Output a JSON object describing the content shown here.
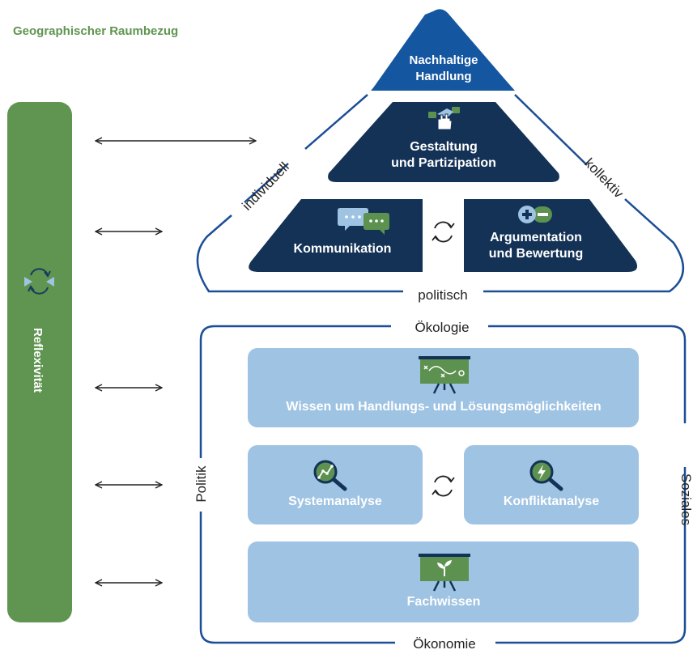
{
  "title": "Geographischer Raumbezug",
  "reflexivity": {
    "label": "Reflexivität",
    "icon": "cycle-arrows-icon"
  },
  "pyramid": {
    "top": {
      "line1": "Nachhaltige",
      "line2": "Handlung"
    },
    "gestaltung": {
      "line1": "Gestaltung",
      "line2": "und Partizipation",
      "icon": "hands-icon"
    },
    "kommunikation": {
      "label": "Kommunikation",
      "icon": "speech-bubbles-icon"
    },
    "argumentation": {
      "line1": "Argumentation",
      "line2": "und Bewertung",
      "icon": "plus-minus-icon"
    },
    "side_left": "individuell",
    "side_right": "kollektiv",
    "bottom": "politisch"
  },
  "box": {
    "top": "Ökologie",
    "bottom": "Ökonomie",
    "left": "Politik",
    "right": "Soziales"
  },
  "cards": {
    "wissen": {
      "label": "Wissen um Handlungs- und Lösungsmöglichkeiten",
      "icon": "strategy-board-icon"
    },
    "systemanalyse": {
      "label": "Systemanalyse",
      "icon": "magnifier-graph-icon"
    },
    "konfliktanalyse": {
      "label": "Konfliktanalyse",
      "icon": "magnifier-lightning-icon"
    },
    "fachwissen": {
      "label": "Fachwissen",
      "icon": "board-sprout-icon"
    }
  },
  "colors": {
    "green": "#5f9550",
    "dark_navy": "#133256",
    "top_blue": "#1456a0",
    "outline_blue": "#1b4e96",
    "light_blue": "#9fc3e3",
    "icon_green": "#5c9150"
  }
}
